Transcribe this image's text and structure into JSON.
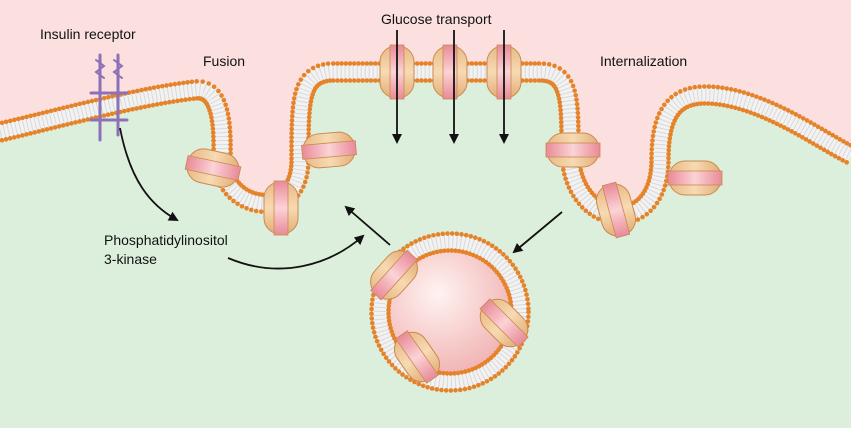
{
  "labels": {
    "insulin_receptor": "Insulin receptor",
    "fusion": "Fusion",
    "glucose_transport": "Glucose transport",
    "internalization": "Internalization",
    "pi3k_line1": "Phosphatidylinositol",
    "pi3k_line2": "3-kinase"
  },
  "colors": {
    "extracellular": "#fbe0df",
    "cytoplasm": "#dcefdc",
    "membrane_head": "#e5832a",
    "membrane_tail": "#ffffff",
    "transporter_body": "#f1c99a",
    "transporter_core": "#ee9ca6",
    "receptor": "#8c70b8",
    "vesicle_lumen": "#f5c4c2",
    "arrow": "#111111"
  },
  "icons": {
    "arrow": "arrow-icon",
    "transporter": "glut4-transporter-icon",
    "receptor": "insulin-receptor-icon",
    "vesicle": "vesicle-icon"
  }
}
